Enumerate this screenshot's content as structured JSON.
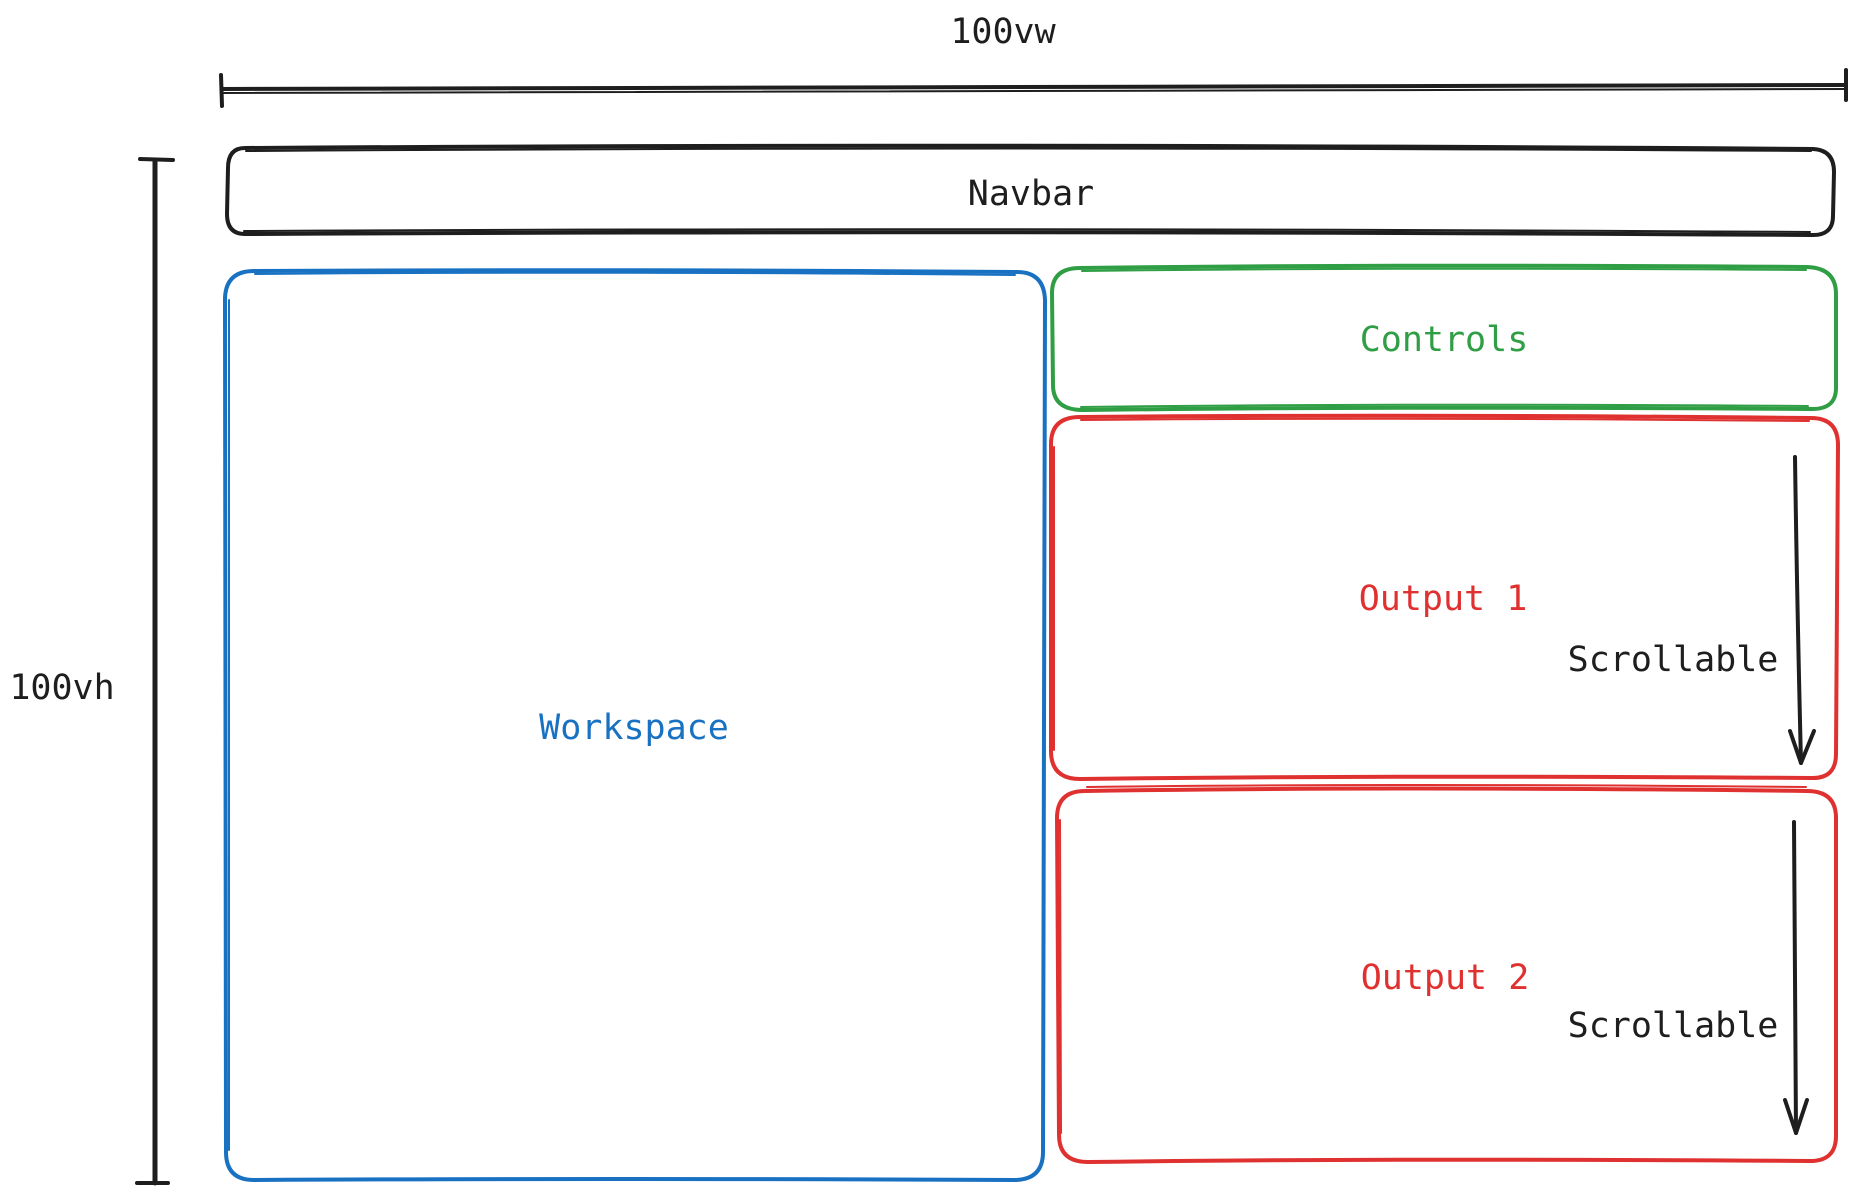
{
  "dimensions": {
    "width_label": "100vw",
    "height_label": "100vh"
  },
  "boxes": {
    "navbar": {
      "label": "Navbar",
      "color": "#1e1e1e"
    },
    "workspace": {
      "label": "Workspace",
      "color": "#1971c2"
    },
    "controls": {
      "label": "Controls",
      "color": "#2f9e44"
    },
    "output1": {
      "label": "Output 1",
      "note": "Scrollable",
      "color": "#e03131"
    },
    "output2": {
      "label": "Output 2",
      "note": "Scrollable",
      "color": "#e03131"
    }
  },
  "colors": {
    "ink": "#1e1e1e"
  }
}
